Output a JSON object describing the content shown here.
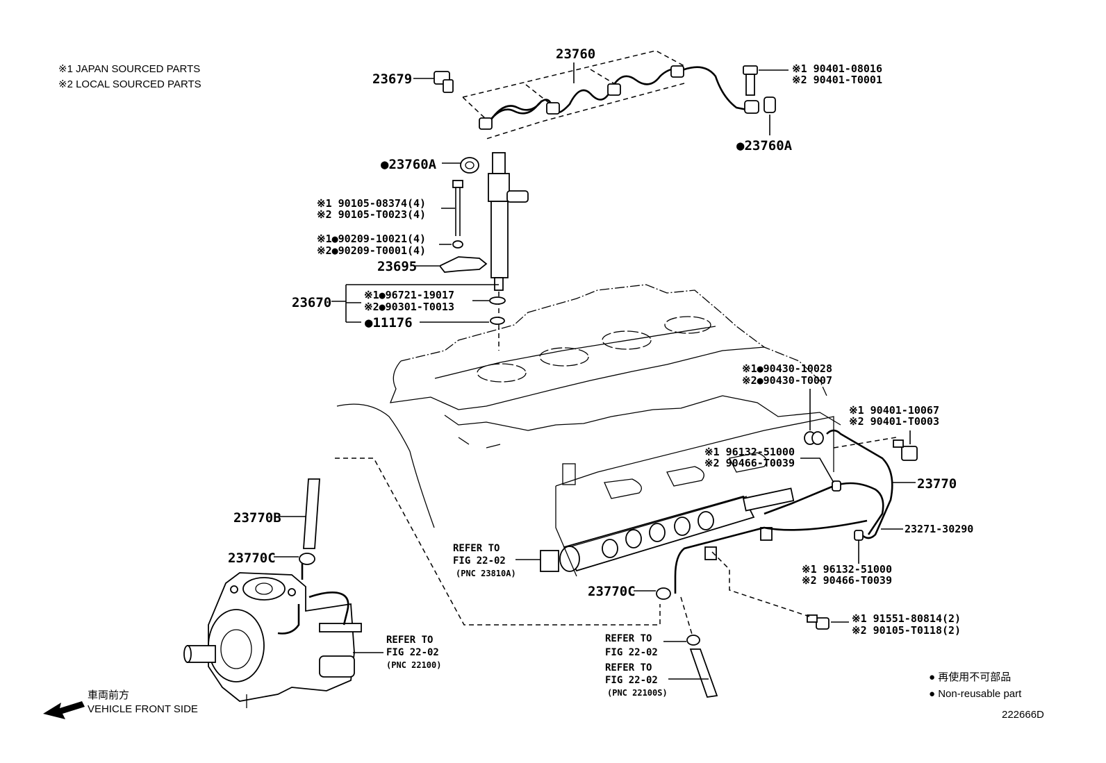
{
  "notes": {
    "japan": "※1 JAPAN SOURCED PARTS",
    "local": "※2 LOCAL SOURCED PARTS"
  },
  "parts": {
    "p23760": "23760",
    "p23679": "23679",
    "p23760A_left": "●23760A",
    "p23760A_right": "●23760A",
    "bolt_08016": "※1 90401-08016",
    "bolt_T0001": "※2 90401-T0001",
    "screw_08374": "※1 90105-08374(4)",
    "screw_T0023": "※2 90105-T0023(4)",
    "washer_10021": "※1●90209-10021(4)",
    "washer_T0001": "※2●90209-T0001(4)",
    "p23695": "23695",
    "p23670": "23670",
    "ring_19017": "※1●96721-19017",
    "ring_T0013": "※2●90301-T0013",
    "p11176": "●11176",
    "gasket_10028": "※1●90430-10028",
    "gasket_T0007": "※2●90430-T0007",
    "bolt_10067": "※1 90401-10067",
    "bolt_T0003": "※2 90401-T0003",
    "clip_51000_top": "※1 96132-51000",
    "clip_T0039_top": "※2 90466-T0039",
    "p23770": "23770",
    "p23271": "23271-30290",
    "clip_51000_bottom": "※1 96132-51000",
    "clip_T0039_bottom": "※2 90466-T0039",
    "bolt_80814": "※1 91551-80814(2)",
    "bolt_T0118": "※2 90105-T0118(2)",
    "p23770B": "23770B",
    "p23770C_left": "23770C",
    "p23770C_mid": "23770C"
  },
  "refs": {
    "rail_ref_1": "REFER TO",
    "rail_ref_2": "FIG 22-02",
    "rail_ref_3": "(PNC 23810A)",
    "pump_ref_1": "REFER TO",
    "pump_ref_2": "FIG 22-02",
    "pump_ref_3": "(PNC 22100)",
    "hose_ref_a1": "REFER TO",
    "hose_ref_a2": "FIG 22-02",
    "hose_ref_b1": "REFER TO",
    "hose_ref_b2": "FIG 22-02",
    "hose_ref_b3": "(PNC 22100S)"
  },
  "direction": {
    "jp": "車両前方",
    "en": "VEHICLE FRONT SIDE"
  },
  "legend": {
    "jp": "● 再使用不可部品",
    "en": "● Non-reusable part"
  },
  "figure_id": "222666D"
}
